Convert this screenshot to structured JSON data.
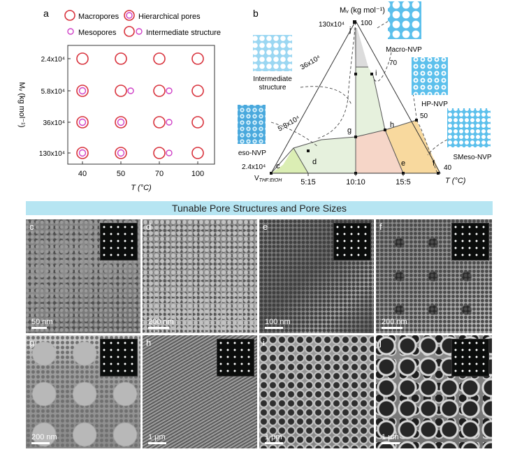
{
  "panel_a": {
    "label": "a",
    "legend": {
      "macropores": "Macropores",
      "hierarchical": "Hierarchical pores",
      "mesopores": "Mesopores",
      "intermediate": "Intermediate structure"
    },
    "y_ticks": [
      "2.4x10⁴",
      "5.8x10⁴",
      "36x10⁴",
      "130x10⁴"
    ],
    "x_ticks": [
      "40",
      "50",
      "70",
      "100"
    ],
    "y_label": "Mᵥ (kg mol⁻¹)",
    "x_label": "T (°C)",
    "grid": [
      [
        "macropores",
        "macropores",
        "macropores",
        "macropores"
      ],
      [
        "hierarchical",
        "intermediate",
        "intermediate",
        "macropores"
      ],
      [
        "hierarchical",
        "hierarchical",
        "intermediate",
        "macropores"
      ],
      [
        "hierarchical",
        "hierarchical",
        "intermediate",
        "macropores"
      ]
    ],
    "colors": {
      "macro": "#d8323c",
      "meso": "#cf3fc6"
    }
  },
  "panel_b": {
    "label": "b",
    "top_label": "Mᵥ (kg mol⁻¹)",
    "left_axis": [
      "130x10⁴",
      "36x10⁴",
      "5.8x10⁴",
      "2.4x10⁴"
    ],
    "left_axis_origin": "V",
    "left_axis_sub": "THF:EtOH",
    "bottom_axis": [
      "5:15",
      "10:10",
      "15:5"
    ],
    "right_axis": [
      "100",
      "70",
      "50",
      "40"
    ],
    "right_axis_label": "T (°C)",
    "points": [
      "j",
      "i",
      "g",
      "h",
      "c",
      "d",
      "e",
      "f"
    ],
    "structures": {
      "macro": "Macro-NVP",
      "intermediate": "Intermediate structure",
      "hp": "HP-NVP",
      "wmeso": "WMeso-NVP",
      "smeso": "SMeso-NVP"
    },
    "region_colors": {
      "grey": "#dcdcdc",
      "lightgreen": "#e6f1dd",
      "green": "#dbeeb4",
      "peach": "#f6d6c8",
      "orange": "#f8d99e"
    }
  },
  "banner": "Tunable Pore Structures and Pore Sizes",
  "micrographs": [
    {
      "label": "c",
      "scale": "50 nm",
      "fft": true
    },
    {
      "label": "d",
      "scale": "200 nm",
      "fft": false
    },
    {
      "label": "e",
      "scale": "100 nm",
      "fft": true
    },
    {
      "label": "f",
      "scale": "200 nm",
      "fft": true
    },
    {
      "label": "g",
      "scale": "200 nm",
      "fft": true
    },
    {
      "label": "h",
      "scale": "1 μm",
      "fft": true
    },
    {
      "label": "i",
      "scale": "1 μm",
      "fft": false
    },
    {
      "label": "j",
      "scale": "1 μm",
      "fft": true
    }
  ]
}
